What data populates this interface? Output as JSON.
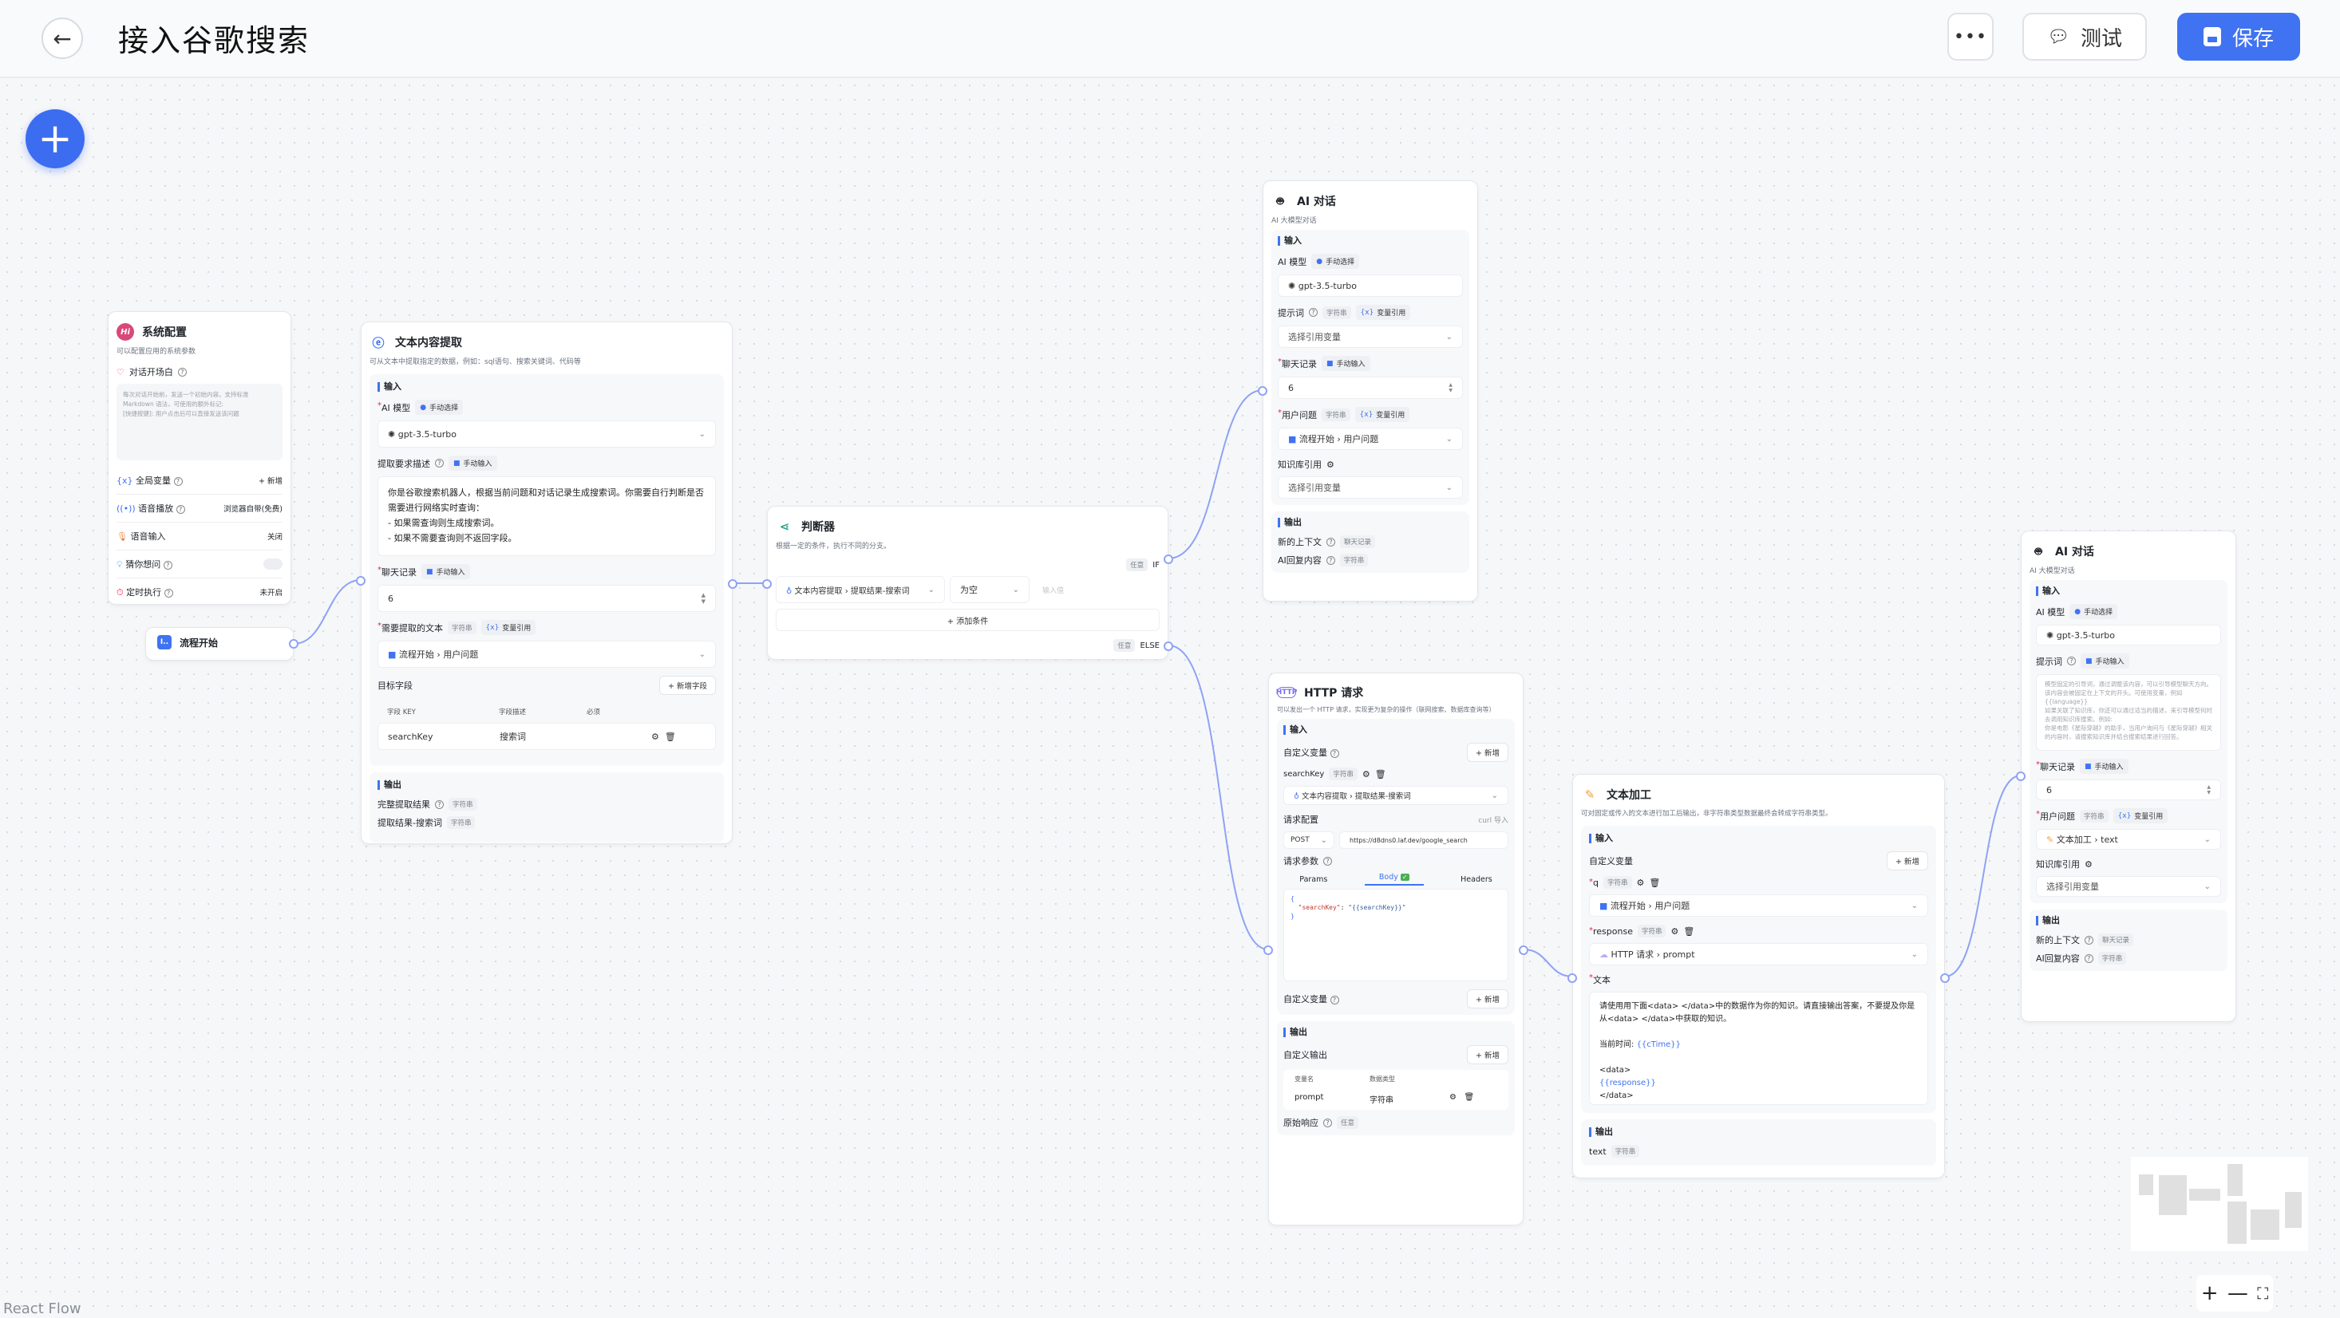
{
  "header": {
    "title": "接入谷歌搜索",
    "more_label": "•••",
    "test_label": "测试",
    "save_label": "保存"
  },
  "colors": {
    "accent": "#3f73f2",
    "edge": "#8ea3f5"
  },
  "system_config": {
    "title": "系统配置",
    "desc": "可以配置应用的系统参数",
    "opening_label": "对话开场白",
    "opening_placeholder": "每次对话开始前，发送一个初始内容。支持标准 Markdown 语法，可使用的额外标记:\n[快捷按键]: 用户点击后可以直接发送该问题",
    "rows": [
      {
        "label": "全局变量",
        "value": "+ 新增"
      },
      {
        "label": "语音播放",
        "value": "浏览器自带(免费)"
      },
      {
        "label": "语音输入",
        "value": "关闭"
      },
      {
        "label": "猜你想问",
        "value": ""
      },
      {
        "label": "定时执行",
        "value": "未开启"
      }
    ],
    "guess_toggle": false
  },
  "flow_start": {
    "title": "流程开始"
  },
  "extract": {
    "title": "文本内容提取",
    "desc": "可从文本中提取指定的数据，例如：sql语句、搜索关键词、代码等",
    "input": "输入",
    "model_label": "AI 模型",
    "model_mode": "手动选择",
    "model": "gpt-3.5-turbo",
    "req_label": "提取要求描述",
    "req_mode": "手动输入",
    "req_text": "你是谷歌搜索机器人，根据当前问题和对话记录生成搜索词。你需要自行判断是否需要进行网络实时查询：\n- 如果需查询则生成搜索词。\n- 如果不需要查询则不返回字段。",
    "history_label": "聊天记录",
    "history_mode": "手动输入",
    "history_value": "6",
    "text_label": "需要提取的文本",
    "text_type": "字符串",
    "text_mode": "变量引用",
    "text_value_node": "流程开始",
    "text_value_field": "用户问题",
    "target_label": "目标字段",
    "add_field": "+ 新增字段",
    "cols": [
      "字段 KEY",
      "字段描述",
      "必须"
    ],
    "field_key": "searchKey",
    "field_desc": "搜索词",
    "output": "输出",
    "out1": "完整提取结果",
    "out1_type": "字符串",
    "out2": "提取结果-搜索词",
    "out2_type": "字符串"
  },
  "judge": {
    "title": "判断器",
    "desc": "根据一定的条件，执行不同的分支。",
    "any": "任意",
    "if": "IF",
    "else": "ELSE",
    "cond_node": "文本内容提取",
    "cond_field": "提取结果-搜索词",
    "cond_op": "为空",
    "cond_placeholder": "输入值",
    "add_cond": "+ 添加条件"
  },
  "ai1": {
    "title": "AI 对话",
    "desc": "AI 大模型对话",
    "input": "输入",
    "model_label": "AI 模型",
    "model_mode": "手动选择",
    "model": "gpt-3.5-turbo",
    "prompt_label": "提示词",
    "prompt_type": "字符串",
    "prompt_mode": "变量引用",
    "prompt_value": "选择引用变量",
    "history_label": "聊天记录",
    "history_mode": "手动输入",
    "history_value": "6",
    "question_label": "用户问题",
    "question_type": "字符串",
    "question_mode": "变量引用",
    "question_node": "流程开始",
    "question_field": "用户问题",
    "kb_label": "知识库引用",
    "kb_value": "选择引用变量",
    "output": "输出",
    "out1": "新的上下文",
    "out1_type": "聊天记录",
    "out2": "AI回复内容",
    "out2_type": "字符串"
  },
  "http": {
    "title": "HTTP 请求",
    "desc": "可以发出一个 HTTP 请求，实现更为复杂的操作（联网搜索、数据库查询等）",
    "input": "输入",
    "custom_var": "自定义变量",
    "add": "+ 新增",
    "var_name": "searchKey",
    "var_type": "字符串",
    "var_node": "文本内容提取",
    "var_field": "提取结果-搜索词",
    "req_config": "请求配置",
    "curl": "curl 导入",
    "method": "POST",
    "url": "https://d8dns0.laf.dev/google_search",
    "params_label": "请求参数",
    "tabs": [
      "Params",
      "Body",
      "Headers"
    ],
    "body_l1": "{",
    "body_key": "\"searchKey\"",
    "body_val": "\"{{searchKey}}\"",
    "body_l3": "}",
    "custom_var2": "自定义变量",
    "output": "输出",
    "custom_out": "自定义输出",
    "out_cols": [
      "变量名",
      "数据类型"
    ],
    "out_name": "prompt",
    "out_type": "字符串",
    "raw": "原始响应",
    "raw_type": "任意"
  },
  "textproc": {
    "title": "文本加工",
    "desc": "可对固定或传入的文本进行加工后输出，非字符串类型数据最终会转成字符串类型。",
    "input": "输入",
    "custom_var": "自定义变量",
    "add": "+ 新增",
    "q": "q",
    "q_type": "字符串",
    "q_node": "流程开始",
    "q_field": "用户问题",
    "resp": "response",
    "resp_type": "字符串",
    "resp_node": "HTTP 请求",
    "resp_field": "prompt",
    "text_label": "文本",
    "t1": "请使用用下面<data> </data>中的数据作为你的知识。请直接输出答案，不要提及你是从<data> </data>中获取的知识。",
    "t2": "当前时间: ",
    "t2v": "{{cTime}}",
    "t3": "<data>",
    "t4": "{{response}}",
    "t5": "</data>",
    "output": "输出",
    "out": "text",
    "out_type": "字符串"
  },
  "ai2": {
    "title": "AI 对话",
    "desc": "AI 大模型对话",
    "input": "输入",
    "model_label": "AI 模型",
    "model_mode": "手动选择",
    "model": "gpt-3.5-turbo",
    "prompt_label": "提示词",
    "prompt_mode": "手动输入",
    "prompt_placeholder": "模型固定的引导词，通过调整该内容，可以引导模型聊天方向。该内容会被固定在上下文的开头。可使用变量，例如 {{language}}\n如果关联了知识库，你还可以通过适当的描述，来引导模型何时去调用知识库搜索。例如:\n你是电影《星际穿越》的助手，当用户询问与《星际穿越》相关的内容时，请搜索知识库并结合搜索结果进行回答。",
    "history_label": "聊天记录",
    "history_mode": "手动输入",
    "history_value": "6",
    "question_label": "用户问题",
    "question_type": "字符串",
    "question_mode": "变量引用",
    "question_node": "文本加工",
    "question_field": "text",
    "kb_label": "知识库引用",
    "kb_value": "选择引用变量",
    "output": "输出",
    "out1": "新的上下文",
    "out1_type": "聊天记录",
    "out2": "AI回复内容",
    "out2_type": "字符串"
  },
  "footer": {
    "brand": "React Flow"
  },
  "zoom": {
    "in": "+",
    "out": "—"
  }
}
